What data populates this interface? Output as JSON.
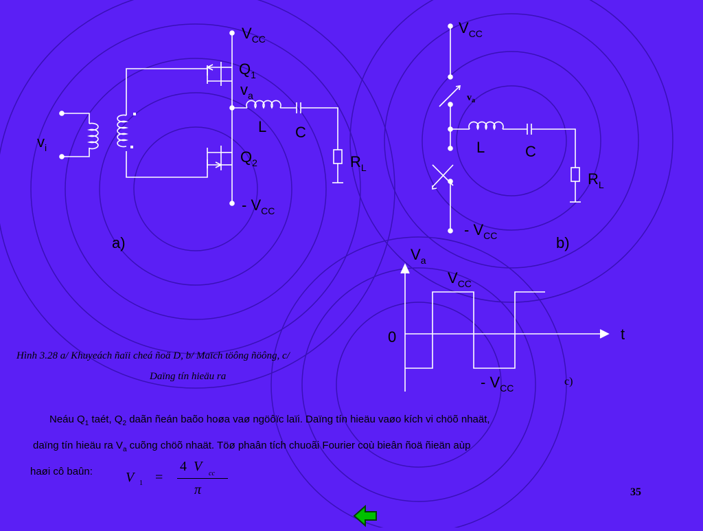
{
  "labels": {
    "a_vcc_main": "V",
    "a_vcc_sub": "CC",
    "a_q1": "Q",
    "a_q1_sub": "1",
    "a_va": "v",
    "a_va_sub": "a",
    "a_l": "L",
    "a_c": "C",
    "a_q2": "Q",
    "a_q2_sub": "2",
    "a_rl": "R",
    "a_rl_sub": "L",
    "a_vi": "v",
    "a_vi_sub": "i",
    "a_negvcc_main": "- V",
    "a_negvcc_sub": "CC",
    "a_panel": "a)",
    "b_vcc_main": "V",
    "b_vcc_sub": "CC",
    "b_va": "v",
    "b_va_sub": "a",
    "b_l": "L",
    "b_c": "C",
    "b_rl": "R",
    "b_rl_sub": "L",
    "b_negvcc_main": "- V",
    "b_negvcc_sub": "CC",
    "b_panel": "b)",
    "c_va": "V",
    "c_va_sub": "a",
    "c_vcc_main": "V",
    "c_vcc_sub": "CC",
    "c_zero": "0",
    "c_t": "t",
    "c_negvcc_main": "- V",
    "c_negvcc_sub": "CC",
    "c_panel": "c)"
  },
  "caption": {
    "line1": "Hình 3.28  a/ Khuyeách ñaïi cheá ñoä D,   b/ Maïch töông ñöông, c/",
    "line2": "Daïng tín hieäu ra"
  },
  "paragraph": {
    "l1_a": "Neáu Q",
    "l1_s1": "1",
    "l1_b": " taét, Q",
    "l1_s2": "2",
    "l1_c": " daãn ñeán baõo hoøa vaø ngöôïc laïi. Daïng tín hieäu vaøo kích vi chöõ nhaät,",
    "l2_a": "daïng tín hieäu ra V",
    "l2_s": "a",
    "l2_b": " cuõng chöõ  nhaät. Töø phaân tích chuoãi Fourier coù bieân ñoä ñieän aùp",
    "l3": "haøi cô baûn:"
  },
  "formula": {
    "lhs": "V",
    "lhs_sub": "1",
    "eq": "=",
    "num_coef": "4",
    "num_var": "V",
    "num_sub": "cc",
    "den": "π"
  },
  "page_number": "35",
  "nav": {
    "icon": "back-arrow-icon",
    "color": "#00c000"
  },
  "colors": {
    "background": "#5b1ff5",
    "rings": "#3a10b8",
    "lines": "#ffffff"
  }
}
